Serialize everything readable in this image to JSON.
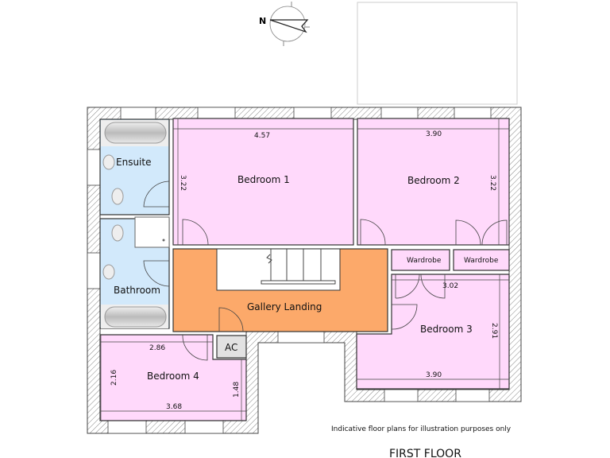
{
  "plan": {
    "title": "FIRST FLOOR",
    "disclaimer": "Indicative floor plans for illustration purposes only",
    "compass_letter": "N",
    "colors": {
      "bedroom": "#ffd9fb",
      "bathroom": "#d2e9fb",
      "landing": "#fca96a",
      "cupboard": "#e2e2e2",
      "wall_hatch": "#888888"
    },
    "rooms": {
      "ensuite": {
        "name": "Ensuite"
      },
      "bathroom": {
        "name": "Bathroom"
      },
      "bedroom1": {
        "name": "Bedroom 1",
        "width": "4.57",
        "depth": "3.22"
      },
      "bedroom2": {
        "name": "Bedroom 2",
        "width": "3.90",
        "depth": "3.22"
      },
      "bedroom3": {
        "name": "Bedroom 3",
        "width_top": "3.02",
        "width_bottom": "3.90",
        "depth": "2.91"
      },
      "bedroom4": {
        "name": "Bedroom 4",
        "width_top": "2.86",
        "width_bottom": "3.68",
        "depth_left": "2.16",
        "depth_right": "1.48"
      },
      "landing": {
        "name": "Gallery Landing"
      },
      "ac": {
        "name": "AC"
      },
      "wardrobe1": {
        "name": "Wardrobe"
      },
      "wardrobe2": {
        "name": "Wardrobe"
      }
    }
  }
}
